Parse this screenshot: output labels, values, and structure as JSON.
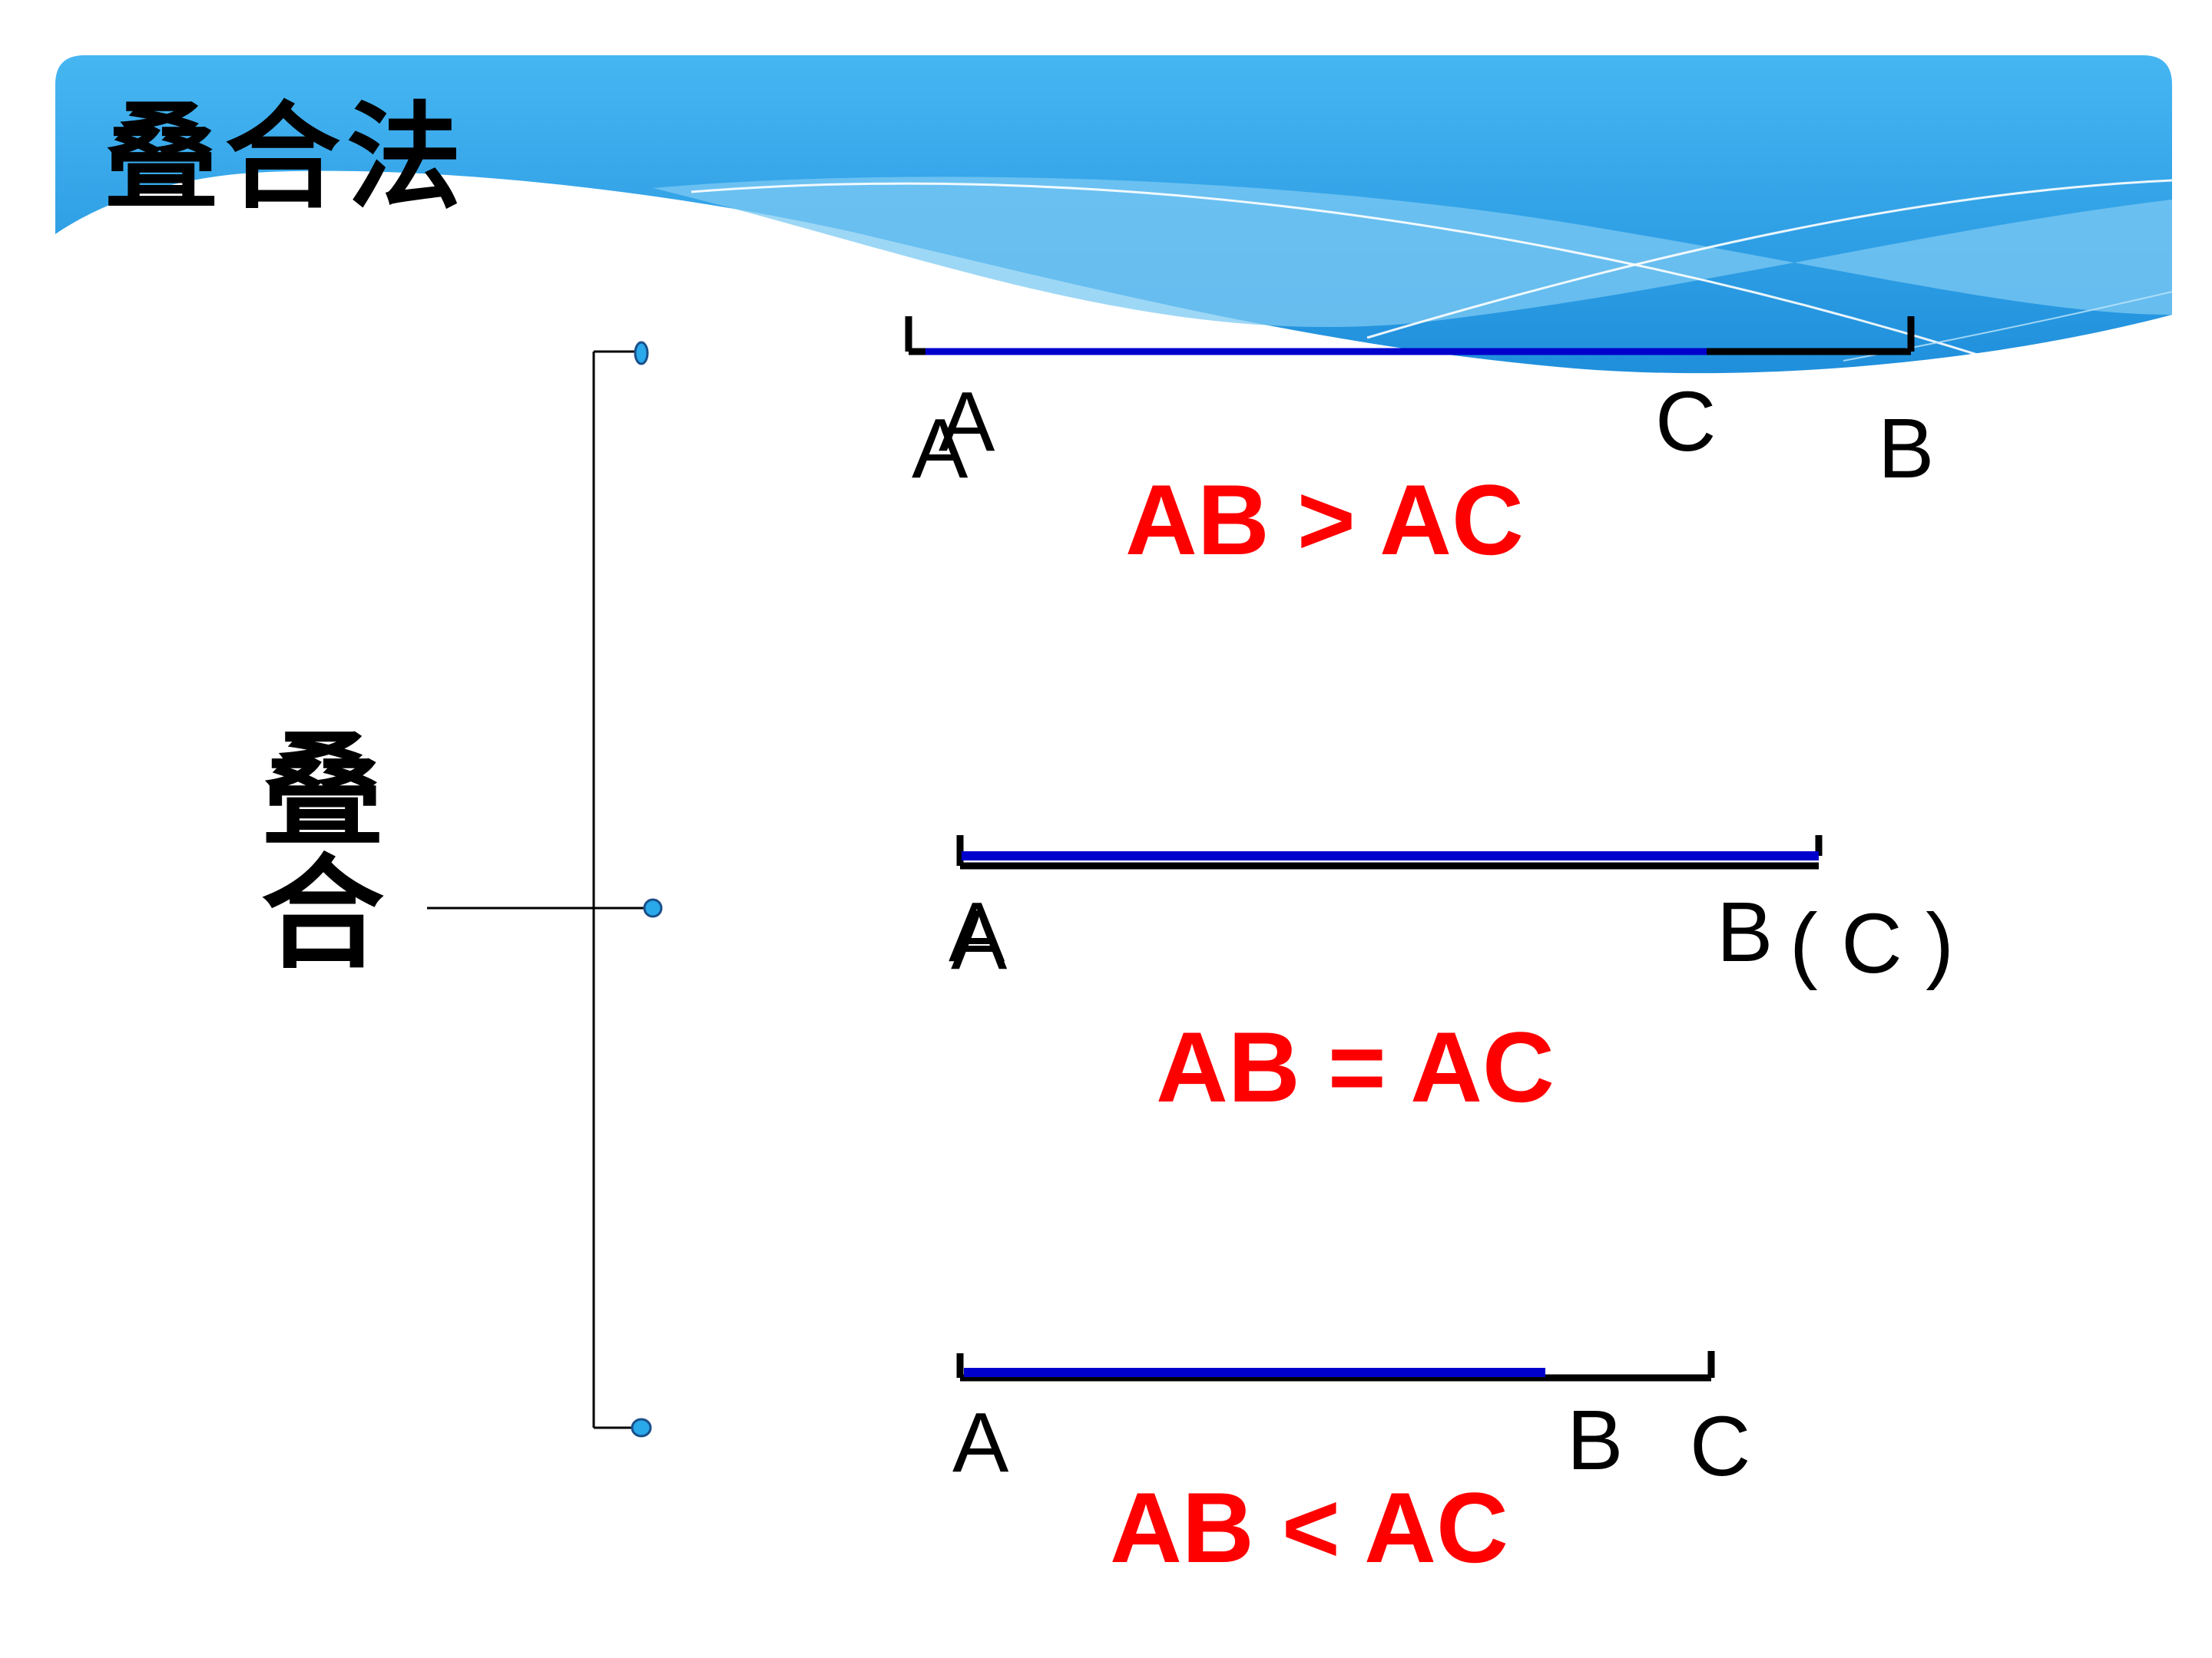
{
  "title": "叠合法",
  "side_label": [
    "叠",
    "合"
  ],
  "cases": [
    {
      "labels": {
        "a1": "A",
        "a2": "A",
        "c": "C",
        "b": "B"
      },
      "relation": "AB > AC"
    },
    {
      "labels": {
        "a1": "A",
        "a2": "A",
        "b": "B",
        "c": "( C )"
      },
      "relation": "AB = AC"
    },
    {
      "labels": {
        "a1": "A",
        "b": "B",
        "c": "C"
      },
      "relation": "AB < AC"
    }
  ],
  "colors": {
    "header_blue": "#2a9fe6",
    "segment_blue": "#0000cc",
    "relation_red": "#ff0000",
    "node_fill": "#29a8ea"
  }
}
